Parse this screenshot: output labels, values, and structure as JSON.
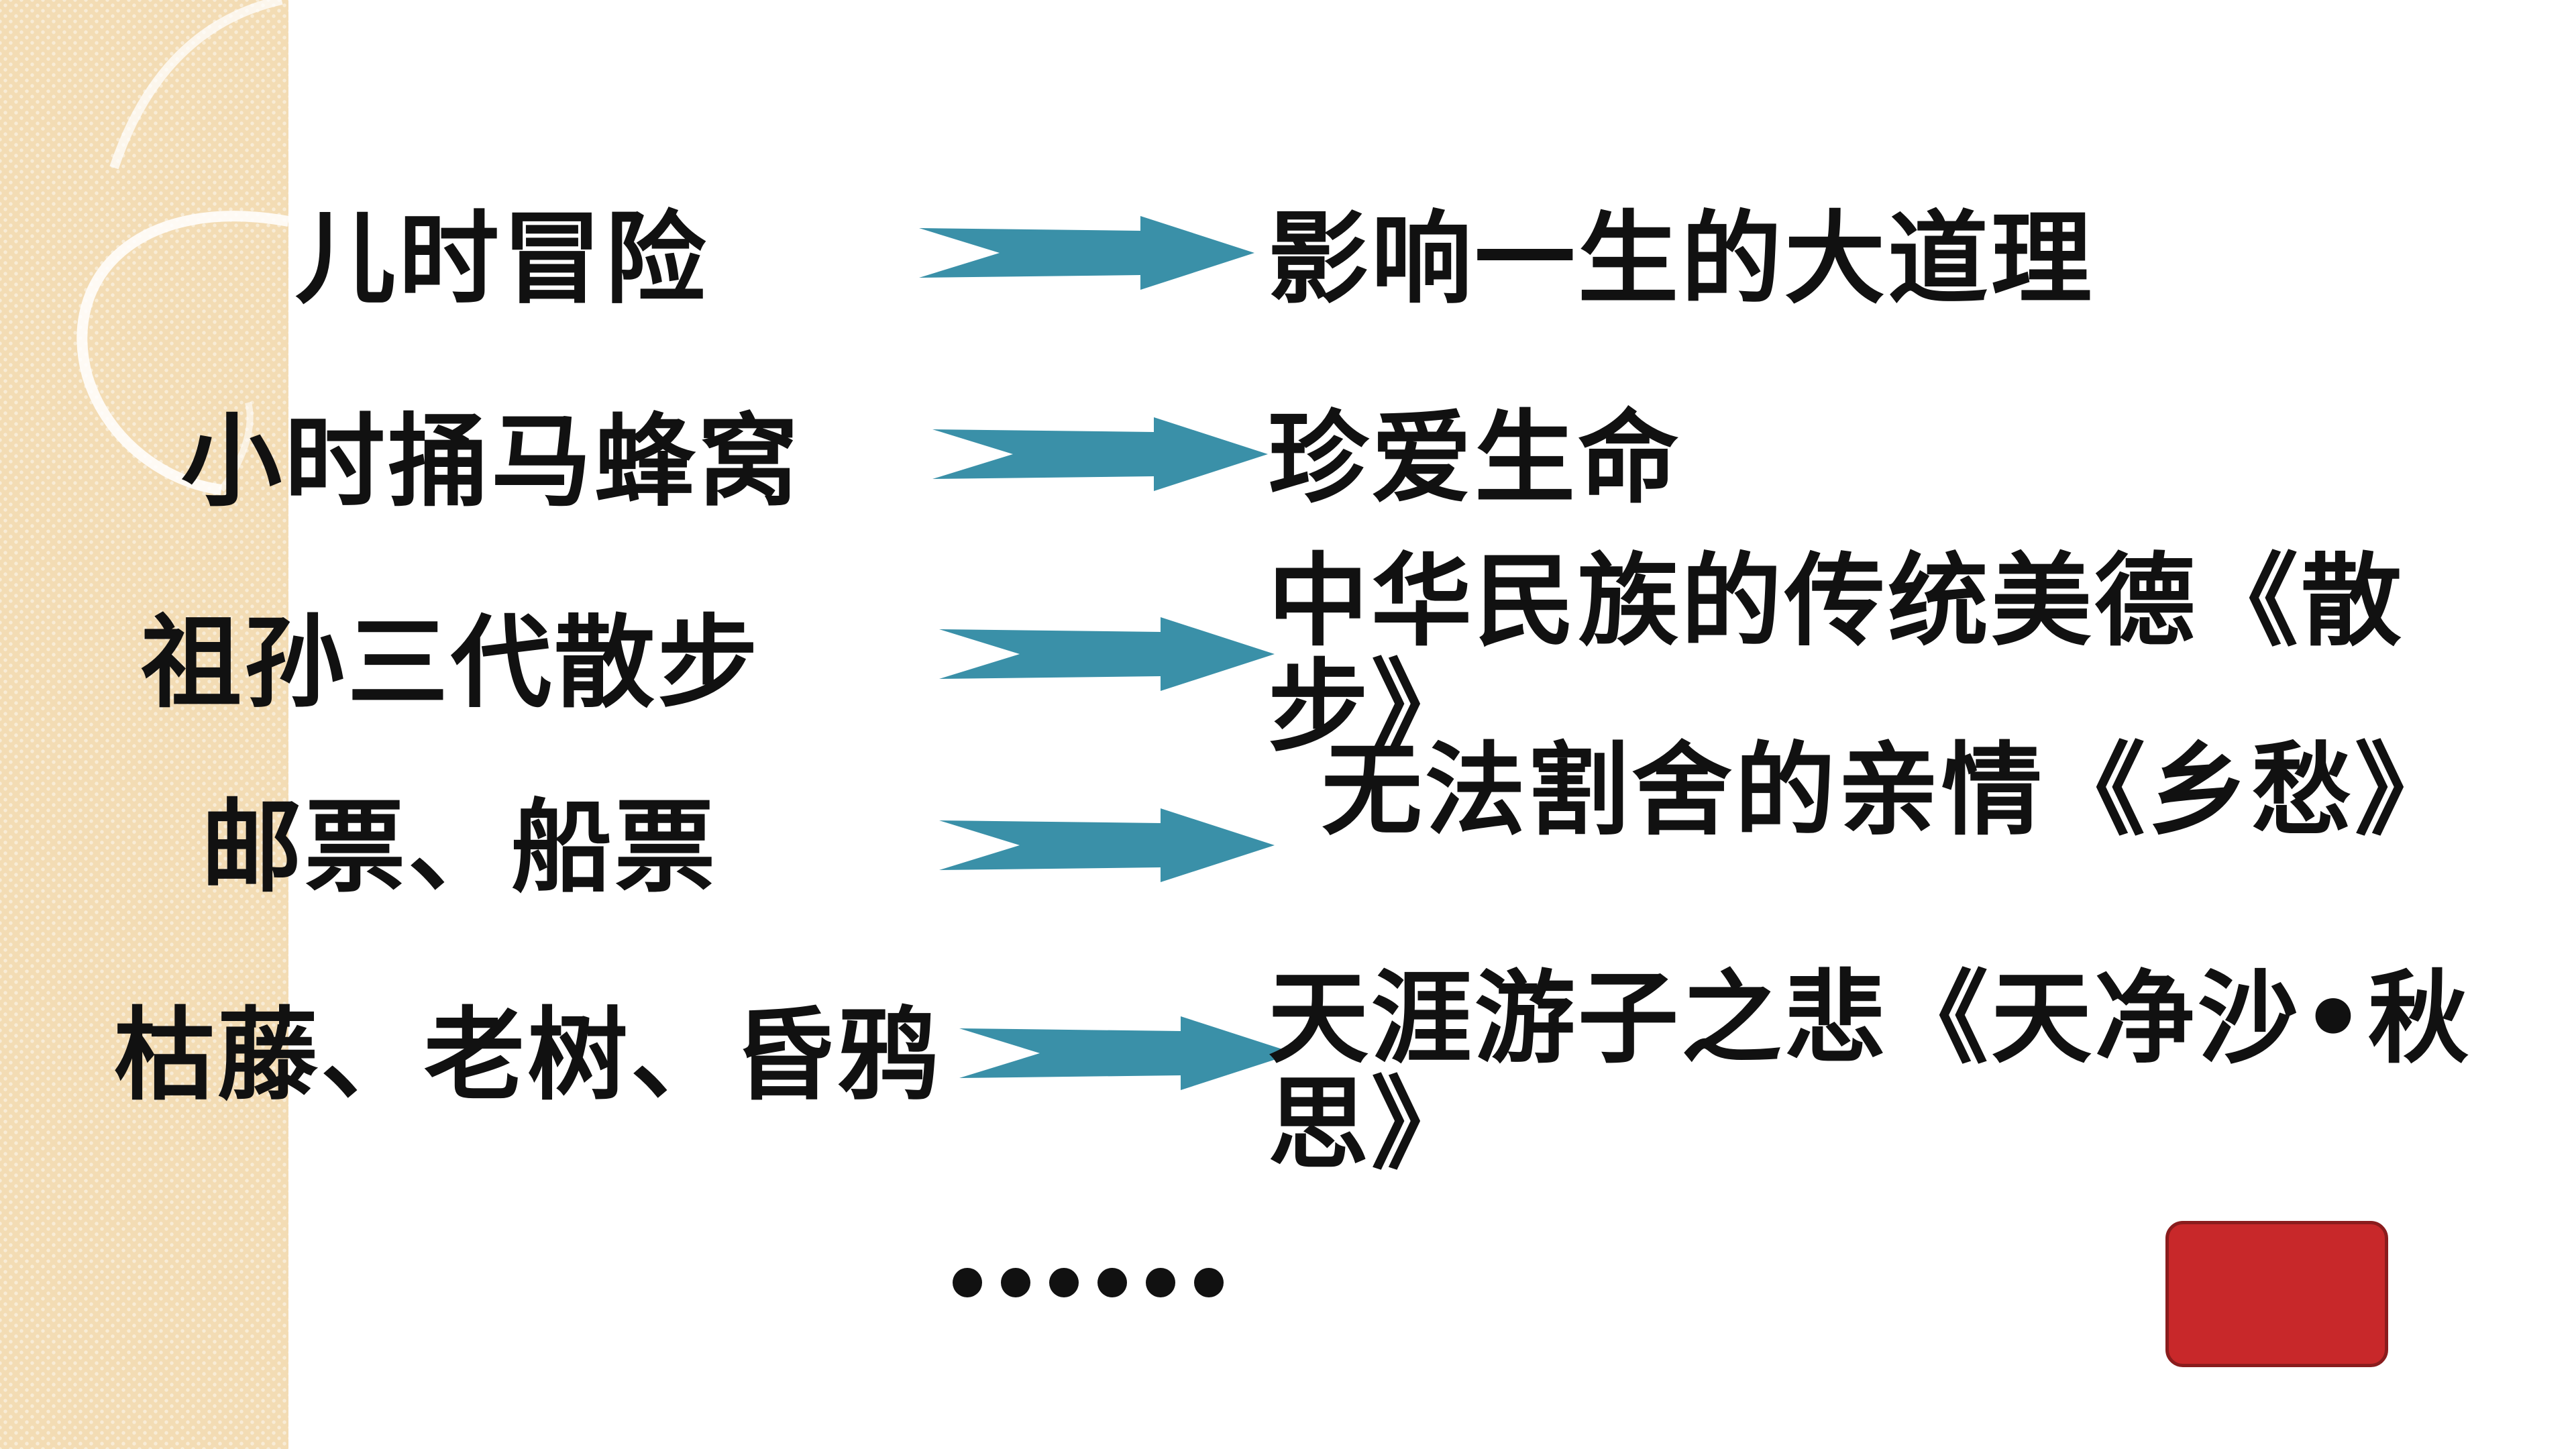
{
  "rows": [
    {
      "left": "儿时冒险",
      "right": "影响一生的大道理"
    },
    {
      "left": "小时捅马蜂窝",
      "right": "珍爱生命"
    },
    {
      "left": "祖孙三代散步",
      "right": "中华民族的传统美德《散步》"
    },
    {
      "left": "邮票、船票",
      "right": "无法割舍的亲情《乡愁》"
    },
    {
      "left": "枯藤、老树、昏鸦",
      "right": "天涯游子之悲《天净沙•秋思》"
    }
  ],
  "ellipsis_count": 6,
  "colors": {
    "arrow": "#3a90a8",
    "band": "#f3dcb4",
    "button": "#c8282a"
  }
}
